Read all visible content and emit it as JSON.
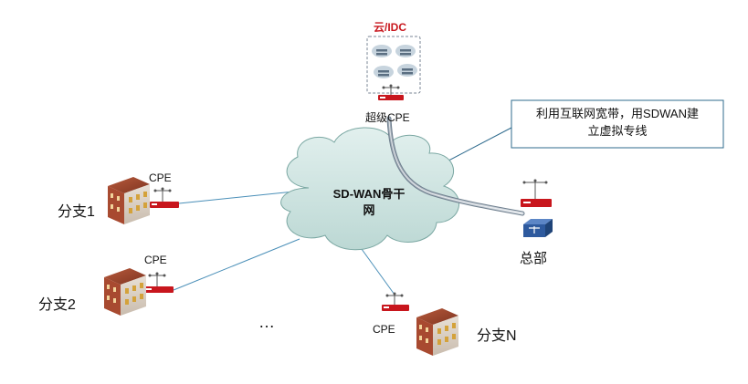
{
  "idc": {
    "title": "云/IDC",
    "cpe_label": "超级CPE"
  },
  "backbone": {
    "line1": "SD-WAN骨干",
    "line2": "网"
  },
  "callout": {
    "line1": "利用互联网宽带，用SDWAN建",
    "line2": "立虚拟专线"
  },
  "hq": {
    "label": "总部"
  },
  "branches": [
    {
      "name": "分支1",
      "cpe_label": "CPE"
    },
    {
      "name": "分支2",
      "cpe_label": "CPE"
    },
    {
      "name": "分支N",
      "cpe_label": "CPE"
    }
  ],
  "ellipsis": "…",
  "colors": {
    "link": "#4a8fb8",
    "cloud_fill": "#cfe4e1",
    "cloud_stroke": "#7aa7a2",
    "cpe_red": "#c8161d",
    "callout_border": "#2f6b8e",
    "hq_switch": "#2e5a9e"
  }
}
